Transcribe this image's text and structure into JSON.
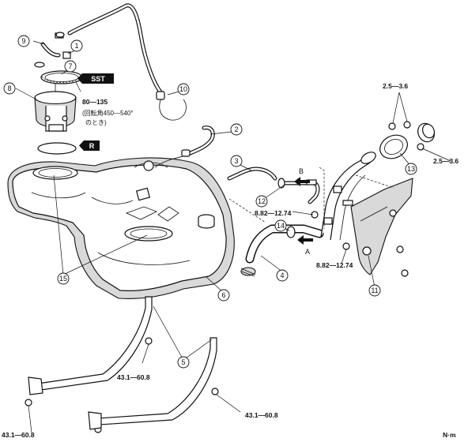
{
  "callouts": {
    "c1": "1",
    "c2": "2",
    "c3": "3",
    "c4": "4",
    "c5": "5",
    "c6": "6",
    "c7": "7",
    "c8": "8",
    "c9": "9",
    "c10": "10",
    "c11": "11",
    "c12": "12",
    "c13": "13",
    "c14": "14",
    "c15": "15"
  },
  "tags": {
    "sst": "SST",
    "r": "R"
  },
  "view_markers": {
    "a": "A",
    "b": "B"
  },
  "torque": {
    "pump_ring": "80—135",
    "cap_top": "2.5—3.6",
    "cap_right": "2.5—3.6",
    "filler_upper": "8.82—12.74",
    "filler_lower": "8.82—12.74",
    "strap_upper": "43.1—60.8",
    "strap_right": "43.1—60.8",
    "strap_left": "43.1—60.8"
  },
  "notes": {
    "rotation_line1": "(回転角450—540°",
    "rotation_line2": "のとき)"
  },
  "unit_label": "N·m"
}
